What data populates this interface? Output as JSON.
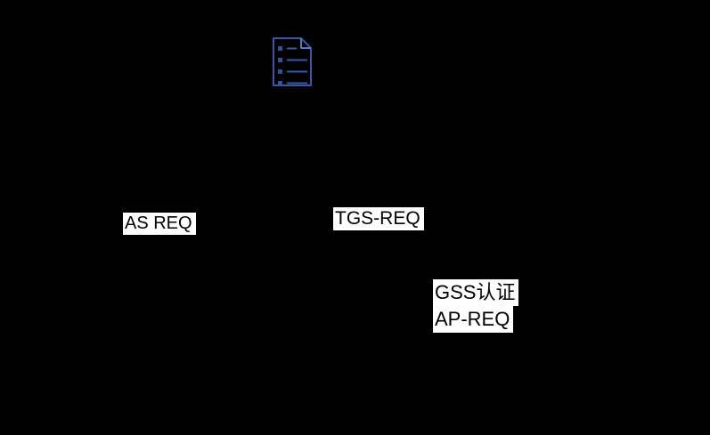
{
  "diagram": {
    "background_color": "#000000",
    "icon": {
      "name": "document-list-icon",
      "outline_color": "#3a57a3",
      "fold_color": "#5878c2"
    },
    "labels": {
      "as_req": "AS REQ",
      "tgs_req": "TGS-REQ",
      "gss_auth_line1": "GSS认证",
      "gss_auth_line2": "AP-REQ"
    },
    "label_style": {
      "background": "#ffffff",
      "text_color": "#000000"
    }
  }
}
